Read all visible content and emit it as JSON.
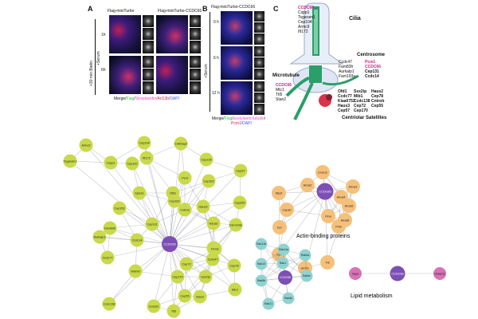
{
  "panelA": {
    "letter": "A",
    "col1": "Flag-miniTurbo",
    "col2": "Flag-miniTurbo-CCDC66",
    "row1": "1h",
    "row2": "6h",
    "side_label_1": "+30 min Biotin",
    "side_label_2": "+Serum",
    "legend_merge": "Merge/",
    "legend_flag": "Flag",
    "legend_strep": "Streptavidin",
    "legend_arl": "/Arl13b/",
    "legend_dapi": "DAPI",
    "colors": {
      "flag": "#33cc33",
      "strep": "#ff44cc",
      "arl": "#cc2244",
      "dapi": "#3355ff"
    }
  },
  "panelB": {
    "letter": "B",
    "title": "Flag-miniTurbo-CCDC66",
    "row1": "0 h",
    "row2": "6 h",
    "row3": "12 h",
    "side_label": "+Serum",
    "legend_merge": "Merge/",
    "legend_flag": "Flag",
    "legend_acet": "acetylated tubulin",
    "legend_pcm": "Pcm1",
    "legend_dapi": "/DAPI"
  },
  "panelC": {
    "letter": "C",
    "cilia_title": "Cilia",
    "cilia_genes": [
      "CCDC66",
      "Cspp1",
      "Tsgaram1",
      "Cep104",
      "Armc9",
      "Ift172"
    ],
    "centrosome_title": "Centrosome",
    "centrosome_col1": [
      "Ccdc47",
      "Fam83h",
      "Aurkaip1",
      "Fam193a"
    ],
    "centrosome_col2": [
      "Pcm1",
      "CCDC66",
      "Cep131",
      "Ccdc14"
    ],
    "microtubule_title": "Microtubule",
    "microtubule_genes": [
      "CCDC66",
      "Mtc1",
      "Ttl5",
      "Stan2"
    ],
    "satellite_col1": [
      "Ofd1",
      "Ccdc77",
      "Kiaa0753",
      "Haus3",
      "Cep57"
    ],
    "satellite_col2": [
      "Ssx2ip",
      "Mib1",
      "Ccdc138",
      "Cep72",
      "Cep170"
    ],
    "satellite_col3": [
      "Haus2",
      "Cep78",
      "Cntrob",
      "Cep55",
      ""
    ],
    "satellites_title": "Centriolar Satellites",
    "colors": {
      "highlight": "#cc2288",
      "cilia_green": "#2b9e6a",
      "box_border": "#9aa8c8"
    }
  },
  "network_main": {
    "center": "CCDC66",
    "node_color": "#c9d94a",
    "center_color": "#7d4fb5",
    "nodes": [
      "Armc9",
      "Cep104",
      "Ift172",
      "Cdk5rap2",
      "Cep135",
      "Tsgaram1",
      "Cspp1",
      "Cep120",
      "Pcnt",
      "Cep57",
      "Spice1",
      "Ofd1",
      "Cep162",
      "Haus3",
      "Cep152",
      "Cntrob",
      "Cep250",
      "Cep162",
      "Fam83h",
      "Cep131",
      "Haus2",
      "Fam193a",
      "Aurkaip1",
      "Ccdc14",
      "Mib1",
      "Ccdc77",
      "Pcm1",
      "Cep78",
      "Cep72",
      "Ccdc47",
      "Ssx2ip",
      "Wdr90",
      "Cep170",
      "Cep55",
      "Mtc1",
      "Ccdc138",
      "Stan2",
      "Ccdc61",
      "Ttl5"
    ]
  },
  "network_actin": {
    "center": "CCDC66",
    "node_color": "#f5c07a",
    "center_color": "#7d4fb5",
    "nodes": [
      "Coro1c",
      "Anxa2",
      "Myof",
      "Capzb",
      "Anxa4",
      "Anxa3",
      "Ezr",
      "Anxa5",
      "Zyx",
      "Flnb",
      "Flna",
      "Actn1",
      "Flii",
      "Anxa6"
    ],
    "label": "Actin-binding proteins"
  },
  "network_teal": {
    "center": "CCDC66",
    "node_color": "#8fd3d1",
    "nodes": [
      "Rab11b",
      "Rab11a",
      "Rab10",
      "Rab1",
      "Rab5c",
      "Rab21",
      "Rab6b",
      "Rab6a",
      "Rab8b"
    ]
  },
  "network_lipid": {
    "center": "CCDC66",
    "node_color": "#d971b5",
    "center_color": "#7d4fb5",
    "nodes": [
      "Vapa",
      "Osbpl11"
    ],
    "label": "Lipid metabolism"
  }
}
